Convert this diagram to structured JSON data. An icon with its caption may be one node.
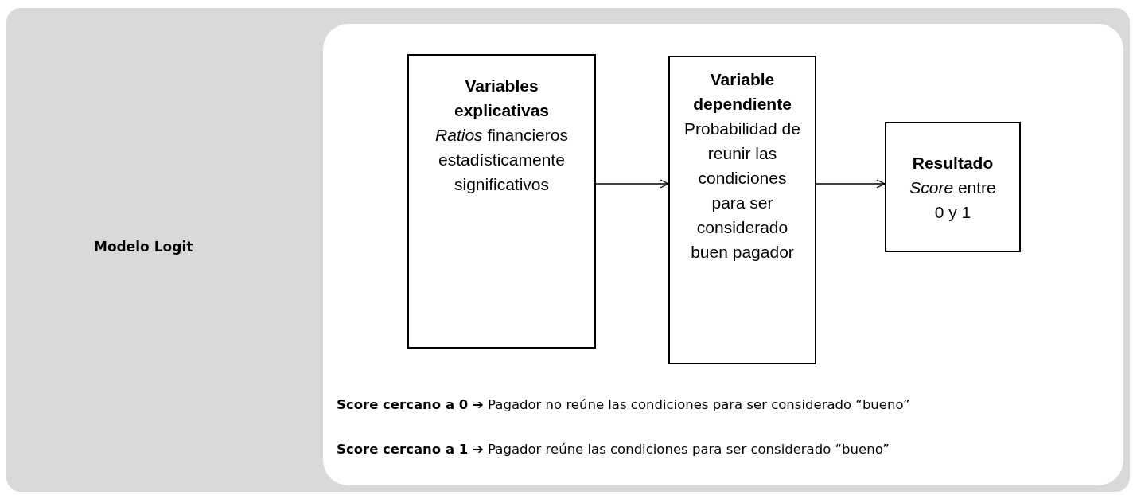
{
  "diagram": {
    "nodes": [
      {
        "text": [
          "Modelo Logit"
        ]
      },
      {
        "text": [],
        "shape": "box",
        "in": 0
      },
      {
        "text": [
          "Variables explicativas",
          "*Ratios* financieros estadísticamente significativos"
        ],
        "in": 1
      },
      {
        "text": [
          "Variable dependiente",
          "Probabilidad de reunir las condiciones para ser considerado buen pagador"
        ],
        "in": 1
      },
      {
        "text": [
          "Resultado",
          "*Score* entre 0 y 1"
        ],
        "in": 1
      }
    ],
    "edges": [
      {
        "from": 2,
        "to": 3,
        "arrow": "to"
      },
      {
        "from": 3,
        "to": 4,
        "arrow": "to"
      }
    ],
    "labels": [
      "**Score cercano a 0 ➔** Pagador no reúne las condiciones para ser considerado “bueno”",
      "**Score cercano a 1 ➔** Pagador reúne las condiciones para ser considerado “bueno”"
    ]
  }
}
